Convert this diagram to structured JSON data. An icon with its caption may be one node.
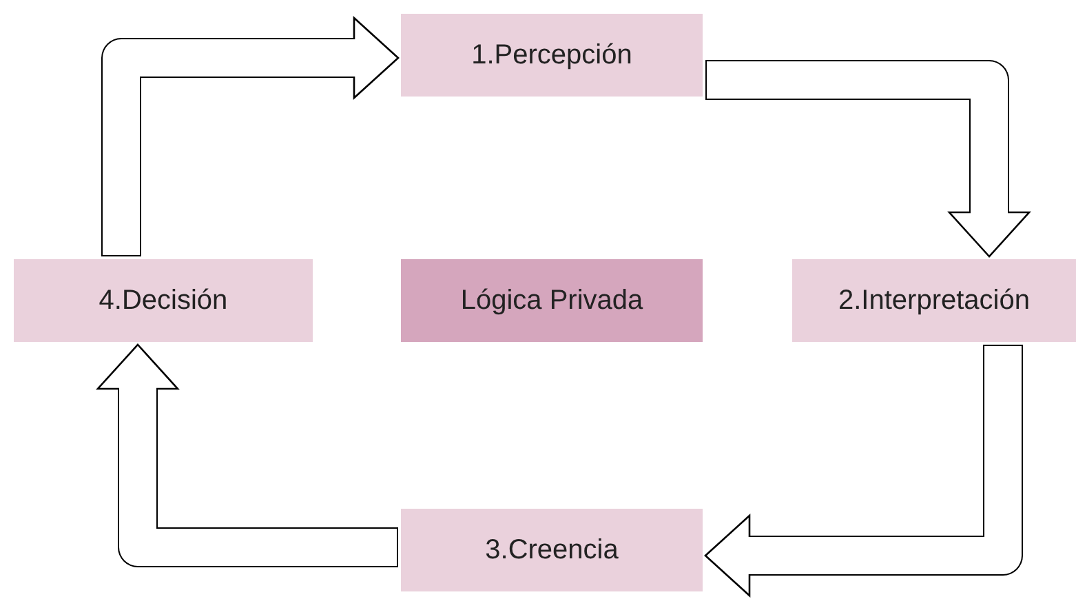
{
  "diagram": {
    "nodes": [
      {
        "text": [
          "1.Percepción"
        ]
      },
      {
        "text": [
          "2.Interpretación"
        ]
      },
      {
        "text": [
          "3.Creencia"
        ]
      },
      {
        "text": [
          "4.Decisión"
        ]
      },
      {
        "text": [
          "Lógica Privada"
        ]
      }
    ],
    "edges": [
      {
        "from": 0,
        "to": 1,
        "arrow": "to"
      },
      {
        "from": 1,
        "to": 2,
        "arrow": "to"
      },
      {
        "from": 2,
        "to": 3,
        "arrow": "to"
      },
      {
        "from": 3,
        "to": 0,
        "arrow": "to"
      }
    ]
  }
}
